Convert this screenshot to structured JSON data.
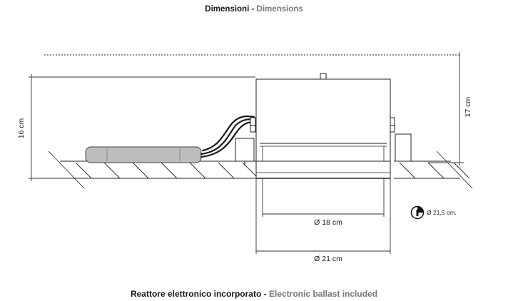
{
  "header": {
    "title_it": "Dimensioni",
    "separator": " - ",
    "title_en": "Dimensions"
  },
  "dimensions": {
    "height_left": "16 cm",
    "height_right": "17 cm",
    "diameter_inner": "Ø 18 cm",
    "diameter_outer": "Ø 21 cm",
    "cutout": "Ø 21,5 cm."
  },
  "footer": {
    "text_it": "Reattore elettronico incorporato",
    "separator": " - ",
    "text_en": "Electronic ballast included"
  },
  "icons": {
    "cutout_symbol": "hole-saw-icon"
  }
}
